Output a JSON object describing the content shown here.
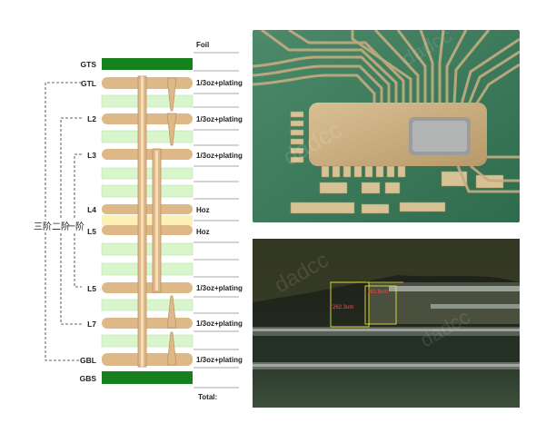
{
  "stackup": {
    "foil_label": "Foil",
    "total_label": "Total:",
    "layers": [
      {
        "name": "GTS",
        "kind": "mask"
      },
      {
        "name": "GTL",
        "kind": "copper",
        "spec": "1/3oz+plating"
      },
      {
        "name": "L2",
        "kind": "copper",
        "spec": "1/3oz+plating"
      },
      {
        "name": "L3",
        "kind": "copper",
        "spec": "1/3oz+plating"
      },
      {
        "name": "L4",
        "kind": "core",
        "spec": "Hoz"
      },
      {
        "name": "L5",
        "kind": "core",
        "spec": "Hoz"
      },
      {
        "name": "L5",
        "kind": "copper",
        "spec": "1/3oz+plating"
      },
      {
        "name": "L7",
        "kind": "copper",
        "spec": "1/3oz+plating"
      },
      {
        "name": "GBL",
        "kind": "copper",
        "spec": "1/3oz+plating"
      },
      {
        "name": "GBS",
        "kind": "mask"
      }
    ],
    "build_marks": [
      "三阶",
      "二阶",
      "一阶"
    ]
  },
  "micrograph": {
    "measure_1": "262.3um",
    "measure_2": "161.9um"
  },
  "colors": {
    "mask_green": "#15801e",
    "copper": "#deb887",
    "core_yellow": "#fdf0b5",
    "prepreg_green": "#d8f5cc",
    "board_green": "#3e7f5d",
    "gold": "#c9ad7c"
  }
}
